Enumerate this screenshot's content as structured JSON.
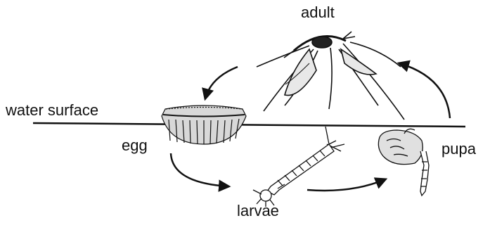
{
  "labels": {
    "adult": "adult",
    "water_surface": "water surface",
    "egg": "egg",
    "pupa": "pupa",
    "larvae": "larvae"
  },
  "colors": {
    "ink": "#111111",
    "background": "#ffffff"
  },
  "stages": [
    "adult",
    "egg",
    "larvae",
    "pupa"
  ],
  "icons": [
    "mosquito-adult",
    "egg-raft",
    "mosquito-larva",
    "mosquito-pupa",
    "arrow"
  ]
}
